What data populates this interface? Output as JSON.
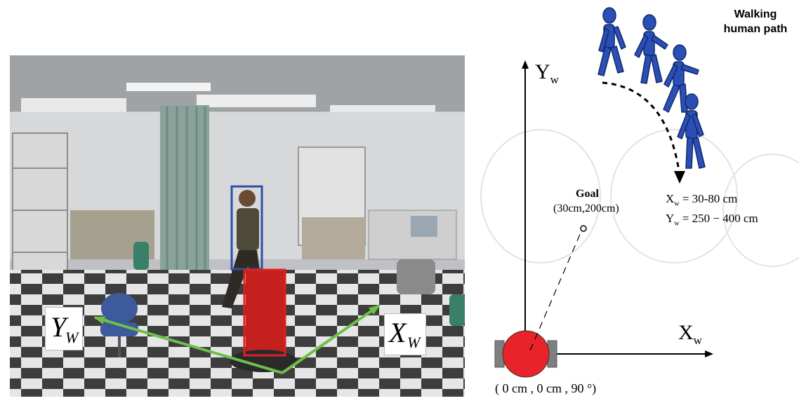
{
  "photo": {
    "axis_y_label": "Y",
    "axis_y_sub": "W",
    "axis_x_label": "X",
    "axis_x_sub": "W"
  },
  "diagram": {
    "axis_y_label": "Y",
    "axis_y_sub": "w",
    "axis_x_label": "X",
    "axis_x_sub": "w",
    "goal_title": "Goal",
    "goal_coords": "(30cm,200cm)",
    "walking_title_line1": "Walking",
    "walking_title_line2": "human path",
    "xw_var": "X",
    "xw_sub": "w",
    "xw_range": " = 30-80 cm",
    "yw_var": "Y",
    "yw_sub": "w",
    "yw_range": " = 250 − 400 cm",
    "robot_pose": "( 0 cm , 0 cm , 90 °)"
  },
  "colors": {
    "robot": "#e8232a",
    "wheel": "#7f7f7f",
    "human": "#2a4fb5",
    "green_axis": "#6cc04a",
    "person_box": "#2f4fa8",
    "robot_box": "#e02020"
  }
}
